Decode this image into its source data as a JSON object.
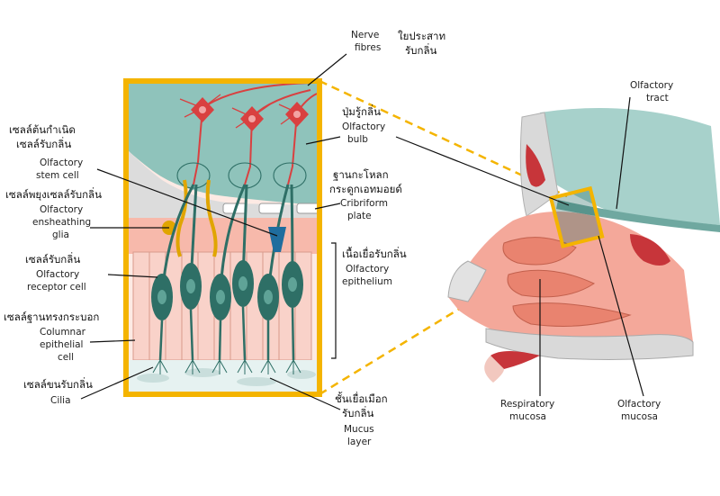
{
  "labels": {
    "nerve_fibres": {
      "en": [
        "Nerve",
        "fibres"
      ],
      "th": [
        "ใยประสาท",
        "รับกลิ่น"
      ]
    },
    "olfactory_bulb": {
      "en": [
        "Olfactory",
        "bulb"
      ],
      "th": [
        "ปุ่มรู้กลิ่น"
      ]
    },
    "cribriform_plate": {
      "en": [
        "Cribriform",
        "plate"
      ],
      "th": [
        "ฐานกะโหลก",
        "กระดูกเอทมอยด์"
      ]
    },
    "olfactory_epithelium": {
      "en": [
        "Olfactory",
        "epithelium"
      ],
      "th": [
        "เนื้อเยื่อรับกลิ่น"
      ]
    },
    "mucus_layer": {
      "en": [
        "Mucus",
        "layer"
      ],
      "th": [
        "ชั้นเยื่อเมือก",
        "รับกลิ่น"
      ]
    },
    "stem_cell": {
      "en": [
        "Olfactory",
        "stem cell"
      ],
      "th": [
        "เซลล์ต้นกำเนิด",
        "เซลล์รับกลิ่น"
      ]
    },
    "ensheathing_glia": {
      "en": [
        "Olfactory",
        "ensheathing",
        "glia"
      ],
      "th": [
        "เซลล์พยุงเซลล์รับกลิ่น"
      ]
    },
    "receptor_cell": {
      "en": [
        "Olfactory",
        "receptor cell"
      ],
      "th": [
        "เซลล์รับกลิ่น"
      ]
    },
    "columnar_cell": {
      "en": [
        "Columnar",
        "epithelial",
        "cell"
      ],
      "th": [
        "เซลล์ฐานทรงกระบอก"
      ]
    },
    "cilia": {
      "en": [
        "Cilia"
      ],
      "th": [
        "เซลล์ขนรับกลิ่น"
      ]
    },
    "olfactory_tract": {
      "en": [
        "Olfactory",
        "tract"
      ]
    },
    "respiratory_mucosa": {
      "en": [
        "Respiratory",
        "mucosa"
      ]
    },
    "olfactory_mucosa": {
      "en": [
        "Olfactory",
        "mucosa"
      ]
    }
  },
  "colors": {
    "frame": "#f4b400",
    "bulb": "#8fc3bb",
    "neuron": "#d94040",
    "receptor": "#2e6f66",
    "epithelium": "#f6c6bd",
    "mucosa": "#e9836f",
    "bone": "#e7e7e7"
  }
}
